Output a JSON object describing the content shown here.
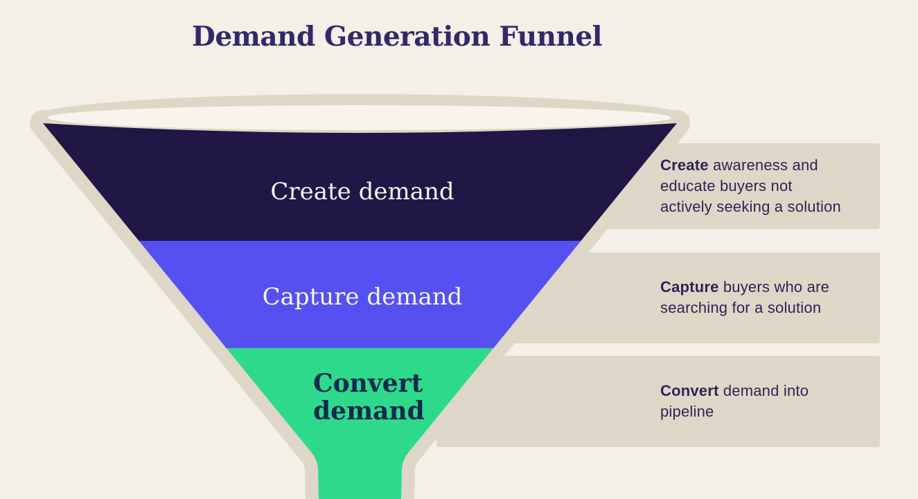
{
  "title": "Demand Generation Funnel",
  "funnel": {
    "outline_color": "#DED7C7",
    "rim_inner_color": "#F8F4ED",
    "sections": [
      {
        "id": "create",
        "label": "Create demand",
        "color": "#201747"
      },
      {
        "id": "capture",
        "label": "Capture demand",
        "color": "#5551F0"
      },
      {
        "id": "convert",
        "label": "Convert demand",
        "color": "#2FD98B"
      }
    ]
  },
  "annotations": [
    {
      "rows": [
        {
          "b": "Create",
          "t": " awareness and"
        },
        {
          "b": "",
          "t": "educate buyers not"
        },
        {
          "b": "",
          "t": "actively seeking a solution"
        }
      ]
    },
    {
      "rows": [
        {
          "b": "Capture",
          "t": " buyers who are"
        },
        {
          "b": "",
          "t": "searching for a solution"
        }
      ]
    },
    {
      "rows": [
        {
          "b": "Convert",
          "t": " demand into"
        },
        {
          "b": "",
          "t": "pipeline"
        }
      ]
    }
  ]
}
